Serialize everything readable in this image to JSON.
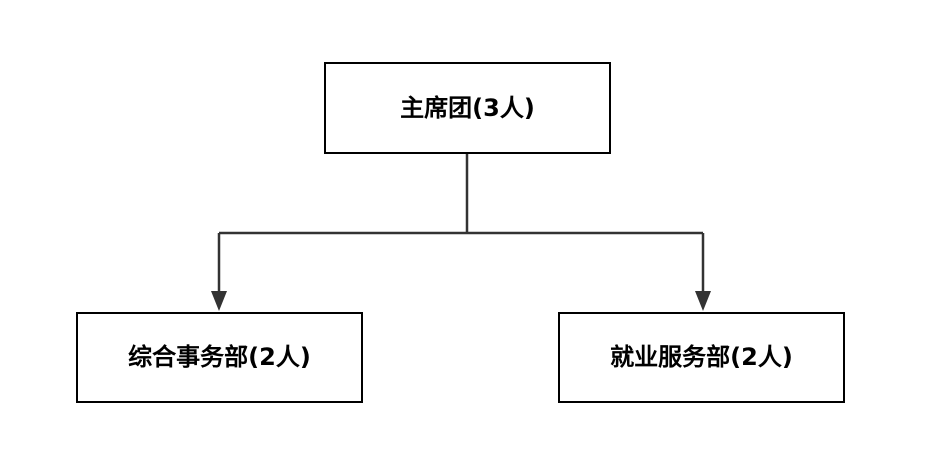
{
  "diagram": {
    "type": "org-chart",
    "nodes": {
      "root": {
        "label": "主席团(3人)"
      },
      "left": {
        "label": "综合事务部(2人)"
      },
      "right": {
        "label": "就业服务部(2人)"
      }
    },
    "edges": [
      {
        "from": "root",
        "to": "left"
      },
      {
        "from": "root",
        "to": "right"
      }
    ],
    "colors": {
      "box_stroke": "#000000",
      "connector": "#333333",
      "text": "#000000",
      "background": "#ffffff"
    }
  }
}
